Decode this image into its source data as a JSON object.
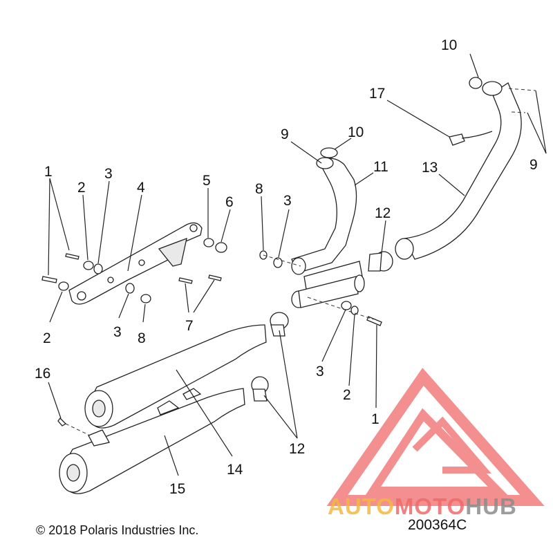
{
  "callouts": [
    {
      "id": "1a",
      "text": "1"
    },
    {
      "id": "2a",
      "text": "2"
    },
    {
      "id": "3a",
      "text": "3"
    },
    {
      "id": "4",
      "text": "4"
    },
    {
      "id": "5",
      "text": "5"
    },
    {
      "id": "6",
      "text": "6"
    },
    {
      "id": "2b",
      "text": "2"
    },
    {
      "id": "3b",
      "text": "3"
    },
    {
      "id": "8a",
      "text": "8"
    },
    {
      "id": "7",
      "text": "7"
    },
    {
      "id": "8b",
      "text": "8"
    },
    {
      "id": "3c",
      "text": "3"
    },
    {
      "id": "9a",
      "text": "9"
    },
    {
      "id": "10a",
      "text": "10"
    },
    {
      "id": "11",
      "text": "11"
    },
    {
      "id": "12a",
      "text": "12"
    },
    {
      "id": "10b",
      "text": "10"
    },
    {
      "id": "17",
      "text": "17"
    },
    {
      "id": "13",
      "text": "13"
    },
    {
      "id": "9b",
      "text": "9"
    },
    {
      "id": "3d",
      "text": "3"
    },
    {
      "id": "2c",
      "text": "2"
    },
    {
      "id": "1b",
      "text": "1"
    },
    {
      "id": "16",
      "text": "16"
    },
    {
      "id": "12b",
      "text": "12"
    },
    {
      "id": "14",
      "text": "14"
    },
    {
      "id": "15",
      "text": "15"
    }
  ],
  "copyright": "© 2018 Polaris Industries Inc.",
  "drawing_number": "200364C",
  "watermark": {
    "text_part1": "AUTO",
    "text_part2": "MOTO",
    "text_part3": "HUB",
    "color1": "#f4b840",
    "color2": "#ef6a6a",
    "color3": "#8c8c8c"
  }
}
